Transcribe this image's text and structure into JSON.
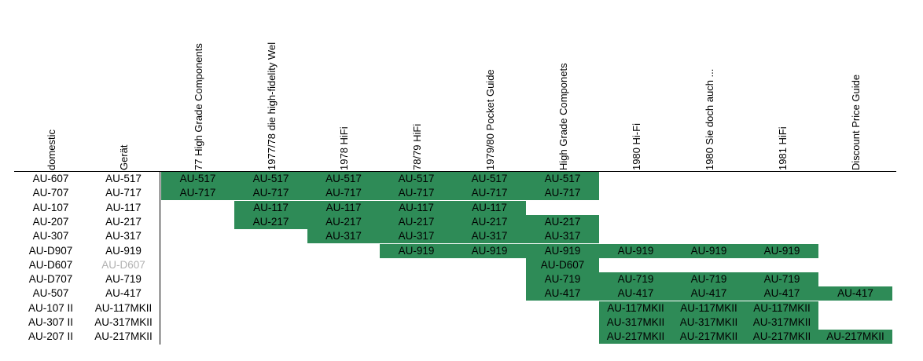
{
  "headers": [
    "domestic",
    "Gerät",
    "77 High Grade Components",
    "1977/78 die high-fidelity Wel",
    "1978 HiFi",
    "78/79 HiFi",
    "1979/80 Pocket Guide",
    "High Grade Componets",
    "1980 Hi-Fi",
    "1980 Sie doch auch ...",
    "1981 HiFi",
    "Discount Price Guide"
  ],
  "rows": [
    {
      "domestic": "AU-607",
      "geraet": "AU-517",
      "cells": [
        "AU-517",
        "AU-517",
        "AU-517",
        "AU-517",
        "AU-517",
        "AU-517",
        "",
        "",
        "",
        ""
      ]
    },
    {
      "domestic": "AU-707",
      "geraet": "AU-717",
      "cells": [
        "AU-717",
        "AU-717",
        "AU-717",
        "AU-717",
        "AU-717",
        "AU-717",
        "",
        "",
        "",
        ""
      ]
    },
    {
      "domestic": "AU-107",
      "geraet": "AU-117",
      "cells": [
        "",
        "AU-117",
        "AU-117",
        "AU-117",
        "AU-117",
        "",
        "",
        "",
        "",
        ""
      ]
    },
    {
      "domestic": "AU-207",
      "geraet": "AU-217",
      "cells": [
        "",
        "AU-217",
        "AU-217",
        "AU-217",
        "AU-217",
        "AU-217",
        "",
        "",
        "",
        ""
      ]
    },
    {
      "domestic": "AU-307",
      "geraet": "AU-317",
      "cells": [
        "",
        "",
        "AU-317",
        "AU-317",
        "AU-317",
        "AU-317",
        "",
        "",
        "",
        ""
      ]
    },
    {
      "domestic": "AU-D907",
      "geraet": "AU-919",
      "cells": [
        "",
        "",
        "",
        "AU-919",
        "AU-919",
        "AU-919",
        "AU-919",
        "AU-919",
        "AU-919",
        ""
      ]
    },
    {
      "domestic": "AU-D607",
      "geraet": "AU-D607",
      "geraet_dim": true,
      "cells": [
        "",
        "",
        "",
        "",
        "",
        "AU-D607",
        "",
        "",
        "",
        ""
      ]
    },
    {
      "domestic": "AU-D707",
      "geraet": "AU-719",
      "cells": [
        "",
        "",
        "",
        "",
        "",
        "AU-719",
        "AU-719",
        "AU-719",
        "AU-719",
        ""
      ]
    },
    {
      "domestic": "AU-507",
      "geraet": "AU-417",
      "cells": [
        "",
        "",
        "",
        "",
        "",
        "AU-417",
        "AU-417",
        "AU-417",
        "AU-417",
        "AU-417"
      ]
    },
    {
      "domestic": "AU-107 II",
      "geraet": "AU-117MKII",
      "cells": [
        "",
        "",
        "",
        "",
        "",
        "",
        "AU-117MKII",
        "AU-117MKII",
        "AU-117MKII",
        ""
      ]
    },
    {
      "domestic": "AU-307 II",
      "geraet": "AU-317MKII",
      "cells": [
        "",
        "",
        "",
        "",
        "",
        "",
        "AU-317MKII",
        "AU-317MKII",
        "AU-317MKII",
        ""
      ]
    },
    {
      "domestic": "AU-207 II",
      "geraet": "AU-217MKII",
      "cells": [
        "",
        "",
        "",
        "",
        "",
        "",
        "AU-217MKII",
        "AU-217MKII",
        "AU-217MKII",
        "AU-217MKII"
      ]
    }
  ],
  "colors": {
    "fill": "#2e8b57",
    "dim_text": "#b0b0b0",
    "rule": "#000000"
  }
}
